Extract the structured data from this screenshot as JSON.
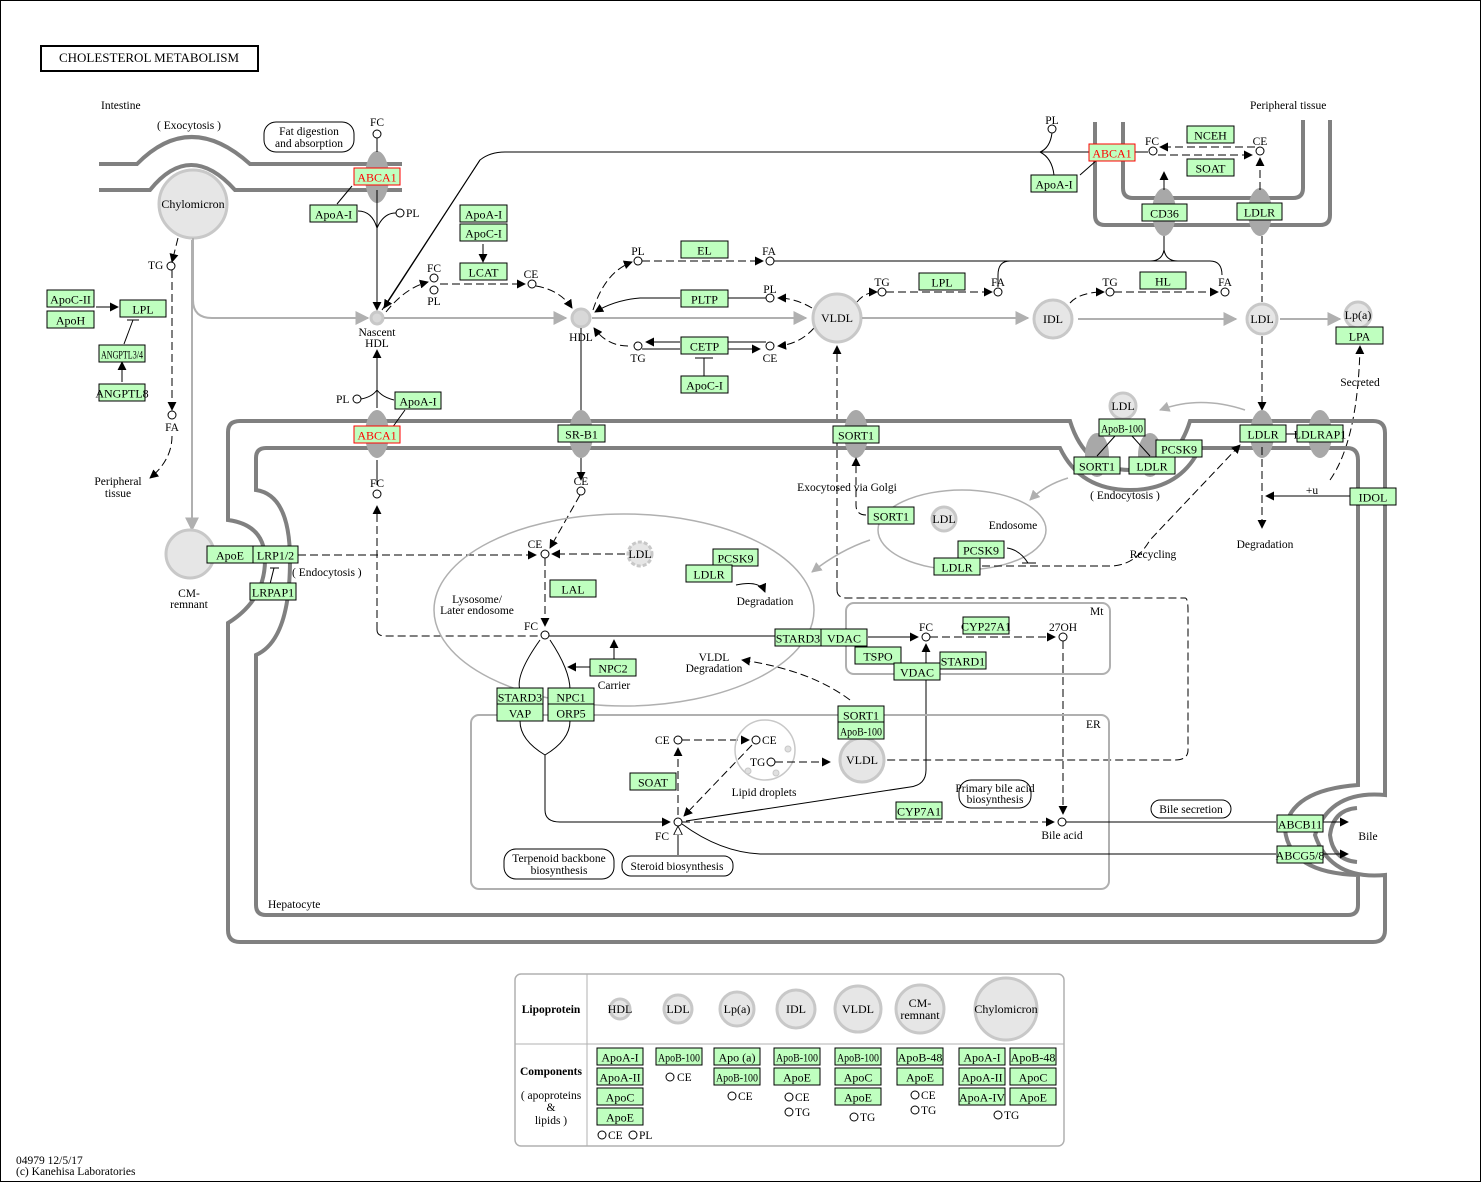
{
  "title": "CHOLESTEROL  METABOLISM",
  "footer": {
    "id_date": "04979 12/5/17",
    "copyright": "(c) Kanehisa Laboratories"
  },
  "colors": {
    "gene_fill": "#bfffbf",
    "highlight": "#ff0000",
    "membrane": "#808080",
    "lipoprotein": "#e6e6e6"
  },
  "compartments": {
    "intestine": "Intestine",
    "peripheral_tissue": "Peripheral tissue",
    "hepatocyte": "Hepatocyte",
    "mt": "Mt",
    "er": "ER",
    "lysosome": "Lysosome/",
    "lysosome2": "Later endosome",
    "endosome": "Endosome",
    "lipid_droplets": "Lipid droplets",
    "bile": "Bile"
  },
  "annotations": {
    "exocytosis": "( Exocytosis )",
    "endocytosis_left": "( Endocytosis )",
    "endocytosis_right": "( Endocytosis )",
    "peripheral_tissue_a": "Peripheral",
    "peripheral_tissue_b": "tissue",
    "exocytosed_golgi": "Exocytosed via Golgi",
    "recycling": "Recycling",
    "degradation_1": "Degradation",
    "degradation_2": "Degradation",
    "vldl_degradation_a": "VLDL",
    "vldl_degradation_b": "Degradation",
    "carrier": "Carrier",
    "secreted": "Secreted",
    "plus_u": "+u",
    "nascent_a": "Nascent",
    "nascent_b": "HDL",
    "hdl": "HDL",
    "cm_a": "CM-",
    "cm_b": "remnant"
  },
  "pathway_links": {
    "fat_digestion_a": "Fat digestion",
    "fat_digestion_b": "and absorption",
    "primary_bile_a": "Primary bile acid",
    "primary_bile_b": "biosynthesis",
    "bile_secretion": "Bile secretion",
    "terpenoid_a": "Terpenoid backbone",
    "terpenoid_b": "biosynthesis",
    "steroid": "Steroid biosynthesis"
  },
  "lipoproteins": {
    "chylomicron": "Chylomicron",
    "vldl": "VLDL",
    "idl": "IDL",
    "ldl": "LDL",
    "lpa": "Lp(a)",
    "ldl_endo": "LDL",
    "ldl_lys": "LDL",
    "ldl_endosome": "LDL",
    "vldl_er": "VLDL"
  },
  "compounds": {
    "fc": "FC",
    "pl": "PL",
    "tg": "TG",
    "fa": "FA",
    "ce": "CE",
    "oh27": "27OH",
    "bile_acid": "Bile acid"
  },
  "genes": {
    "abca1_intestine": "ABCA1",
    "apoa1_intestine": "ApoA-I",
    "apoa1_lcat": "ApoA-I",
    "apoc1_lcat": "ApoC-I",
    "lcat": "LCAT",
    "apoc2": "ApoC-II",
    "apoh": "ApoH",
    "lpl_left": "LPL",
    "angptl34": "ANGPTL3/4",
    "angptl8": "ANGPTL8",
    "el": "EL",
    "pltp": "PLTP",
    "cetp": "CETP",
    "apoc1_cetp": "ApoC-I",
    "lpl_right": "LPL",
    "hl": "HL",
    "abca1_peripheral": "ABCA1",
    "apoa1_peripheral": "ApoA-I",
    "nceh": "NCEH",
    "soat_peripheral": "SOAT",
    "cd36": "CD36",
    "ldlr_peripheral": "LDLR",
    "lpa": "LPA",
    "apoa1_liver": "ApoA-I",
    "abca1_liver": "ABCA1",
    "srb1": "SR-B1",
    "sort1_membrane": "SORT1",
    "apob100_endo": "ApoB-100",
    "sort1_endo": "SORT1",
    "ldlr_endo": "LDLR",
    "pcsk9_endo": "PCSK9",
    "ldlr_membrane": "LDLR",
    "ldlrap1": "LDLRAP1",
    "idol": "IDOL",
    "apoe": "ApoE",
    "lrp12": "LRP1/2",
    "lrpap1": "LRPAP1",
    "lal": "LAL",
    "pcsk9_lys": "PCSK9",
    "ldlr_lys": "LDLR",
    "sort1_endosome": "SORT1",
    "pcsk9_endosome": "PCSK9",
    "ldlr_endosome": "LDLR",
    "npc2": "NPC2",
    "stard3_vap": "STARD3",
    "vap": "VAP",
    "npc1": "NPC1",
    "orp5": "ORP5",
    "stard3_mt": "STARD3",
    "vdac_top": "VDAC",
    "tspo": "TSPO",
    "vdac_bottom": "VDAC",
    "stard1": "STARD1",
    "cyp27a1": "CYP27A1",
    "sort1_er": "SORT1",
    "apob100_er": "ApoB-100",
    "soat_er": "SOAT",
    "cyp7a1": "CYP7A1",
    "abcb11": "ABCB11",
    "abcg58": "ABCG5/8"
  },
  "legend": {
    "row1_label": "Lipoprotein",
    "row2_label": "Components",
    "row2_sub_a": "( apoproteins",
    "row2_sub_b": "&",
    "row2_sub_c": "lipids )",
    "columns": [
      {
        "name": "HDL",
        "apos": [
          "ApoA-I",
          "ApoA-II",
          "ApoC",
          "ApoE"
        ],
        "lipids": "CE  PL"
      },
      {
        "name": "LDL",
        "apos": [
          "ApoB-100"
        ],
        "lipids": "CE"
      },
      {
        "name": "Lp(a)",
        "apos": [
          "Apo (a)",
          "ApoB-100"
        ],
        "lipids": "CE"
      },
      {
        "name": "IDL",
        "apos": [
          "ApoB-100",
          "ApoE"
        ],
        "lipids": "CE / TG"
      },
      {
        "name": "VLDL",
        "apos": [
          "ApoB-100",
          "ApoC",
          "ApoE"
        ],
        "lipids": "TG"
      },
      {
        "name": "CM-remnant",
        "apos": [
          "ApoB-48",
          "ApoE"
        ],
        "lipids": "CE / TG"
      },
      {
        "name": "Chylomicron",
        "apos": [
          "ApoA-I",
          "ApoB-48",
          "ApoA-II",
          "ApoC",
          "ApoA-IV",
          "ApoE"
        ],
        "lipids": "TG"
      }
    ],
    "t": {
      "hdl": "HDL",
      "ldl": "LDL",
      "lpa": "Lp(a)",
      "idl": "IDL",
      "vldl": "VLDL",
      "cm1": "CM-",
      "cm2": "remnant",
      "chylo": "Chylomicron",
      "a_apoa1": "ApoA-I",
      "a_apoa2": "ApoA-II",
      "a_apoc": "ApoC",
      "a_apoe": "ApoE",
      "b_apob100": "ApoB-100",
      "c_apoa": "Apo (a)",
      "c_apob100": "ApoB-100",
      "d_apob100": "ApoB-100",
      "d_apoe": "ApoE",
      "e_apob100": "ApoB-100",
      "e_apoc": "ApoC",
      "e_apoe": "ApoE",
      "f_apob48": "ApoB-48",
      "f_apoe": "ApoE",
      "g_apoa1": "ApoA-I",
      "g_apob48": "ApoB-48",
      "g_apoa2": "ApoA-II",
      "g_apoc": "ApoC",
      "g_apoa4": "ApoA-IV",
      "g_apoe": "ApoE",
      "ce": "CE",
      "pl": "PL",
      "tg": "TG"
    }
  }
}
